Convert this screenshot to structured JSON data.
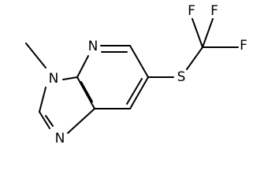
{
  "molecule": {
    "atoms": {
      "n_pyridine": "N",
      "n_methyl": "N",
      "n_imidazole": "N",
      "sulfur": "S",
      "fluorine_1": "F",
      "fluorine_2": "F",
      "fluorine_3": "F"
    }
  }
}
